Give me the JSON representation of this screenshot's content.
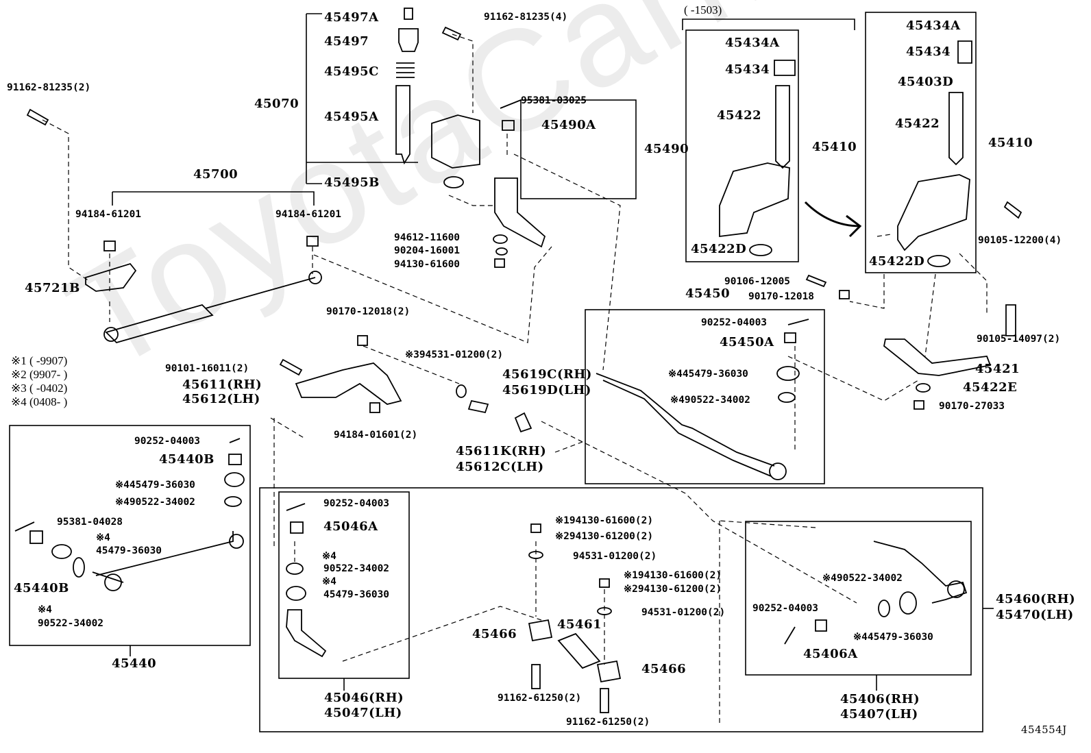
{
  "watermark": "ToyotaCarMine.ru",
  "header_note": "(      -1503)",
  "diagram_code": "454554J",
  "legend": [
    "※1 (      -9907)",
    "※2 (9907-      )",
    "※3 (      -0402)",
    "※4 (0408-      )"
  ],
  "callouts": [
    "45497A",
    "91162-81235(4)",
    "45497",
    "45495C",
    "91162-81235(2)",
    "45070",
    "95381-03025",
    "45495A",
    "45490A",
    "45490",
    "45700",
    "45495B",
    "94184-61201",
    "94184-61201",
    "94612-11600",
    "90204-16001",
    "94130-61600",
    "45721B",
    "45434A",
    "45434",
    "45422",
    "45410",
    "45422D",
    "45434A",
    "45434",
    "45403D",
    "45422",
    "45410",
    "90105-12200(4)",
    "45422D",
    "90106-12005",
    "90170-12018",
    "45450",
    "90252-04003",
    "45450A",
    "90105-14097(2)",
    "45421",
    "45422E",
    "90170-27033",
    "※445479-36030",
    "※490522-34002",
    "90170-12018(2)",
    "※394531-01200(2)",
    "90101-16011(2)",
    "45611(RH)",
    "45612(LH)",
    "45619C(RH)",
    "45619D(LH)",
    "94184-01601(2)",
    "45611K(RH)",
    "45612C(LH)",
    "90252-04003",
    "45440B",
    "※445479-36030",
    "※490522-34002",
    "95381-04028",
    "※4",
    "45479-36030",
    "45440B",
    "※4",
    "90522-34002",
    "45440",
    "90252-04003",
    "45046A",
    "※4",
    "90522-34002",
    "※4",
    "45479-36030",
    "45046(RH)",
    "45047(LH)",
    "※194130-61600(2)",
    "※294130-61200(2)",
    "94531-01200(2)",
    "※194130-61600(2)",
    "※294130-61200(2)",
    "94531-01200(2)",
    "45461",
    "45466",
    "45466",
    "91162-61250(2)",
    "91162-61250(2)",
    "※490522-34002",
    "90252-04003",
    "※445479-36030",
    "45406A",
    "45406(RH)",
    "45407(LH)",
    "45460(RH)",
    "45470(LH)"
  ]
}
